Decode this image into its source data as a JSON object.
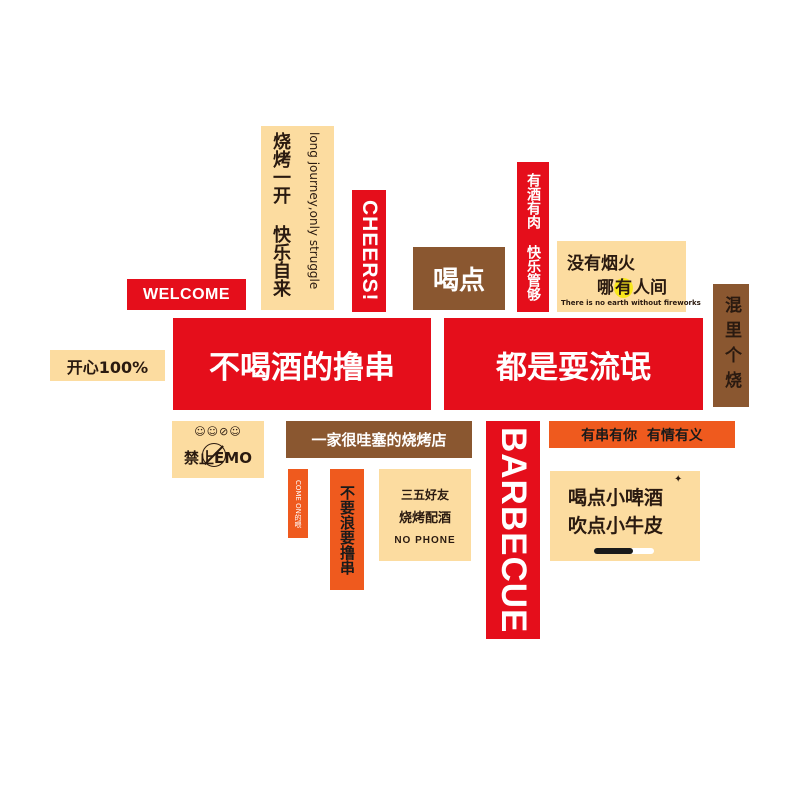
{
  "signs": {
    "welcome": "WELCOME",
    "kaixin": "开心100%",
    "kaoyikai_left": "烧烤一开 快乐自来",
    "kaoyikai_right": "long journey,only struggle",
    "cheers": "CHEERS!",
    "hedian": "喝点",
    "youjiu": "有酒有肉 快乐管够",
    "meiyou_line1": "没有烟火",
    "meiyou_line2_pre": "哪",
    "meiyou_line2_hl": "有",
    "meiyou_line2_post": "人间",
    "meiyou_sub": "There is no earth without fireworks",
    "main_left": "不喝酒的撸串",
    "main_right": "都是耍流氓",
    "hunli": "混里个烧",
    "emo_faces": "☺☺⊘☺",
    "emo_text": "禁止EMO",
    "yijia": "一家很哇塞的烧烤店",
    "youchuan": "有串有你  有情有义",
    "comeon": "COME ON的喂",
    "buyao": "不要浪要撸串",
    "sanwu_line1": "三五好友",
    "sanwu_line2": "烧烤配酒",
    "sanwu_line3": "NO PHONE",
    "barbecue": "BARBECUE",
    "hedianxiao_line1": "喝点小啤酒",
    "hedianxiao_line2": "吹点小牛皮"
  },
  "colors": {
    "red": "#e50e1b",
    "cream": "#fcdca0",
    "brown": "#8a5730",
    "orange": "#ef5a1e",
    "highlight": "#f8e71c"
  }
}
